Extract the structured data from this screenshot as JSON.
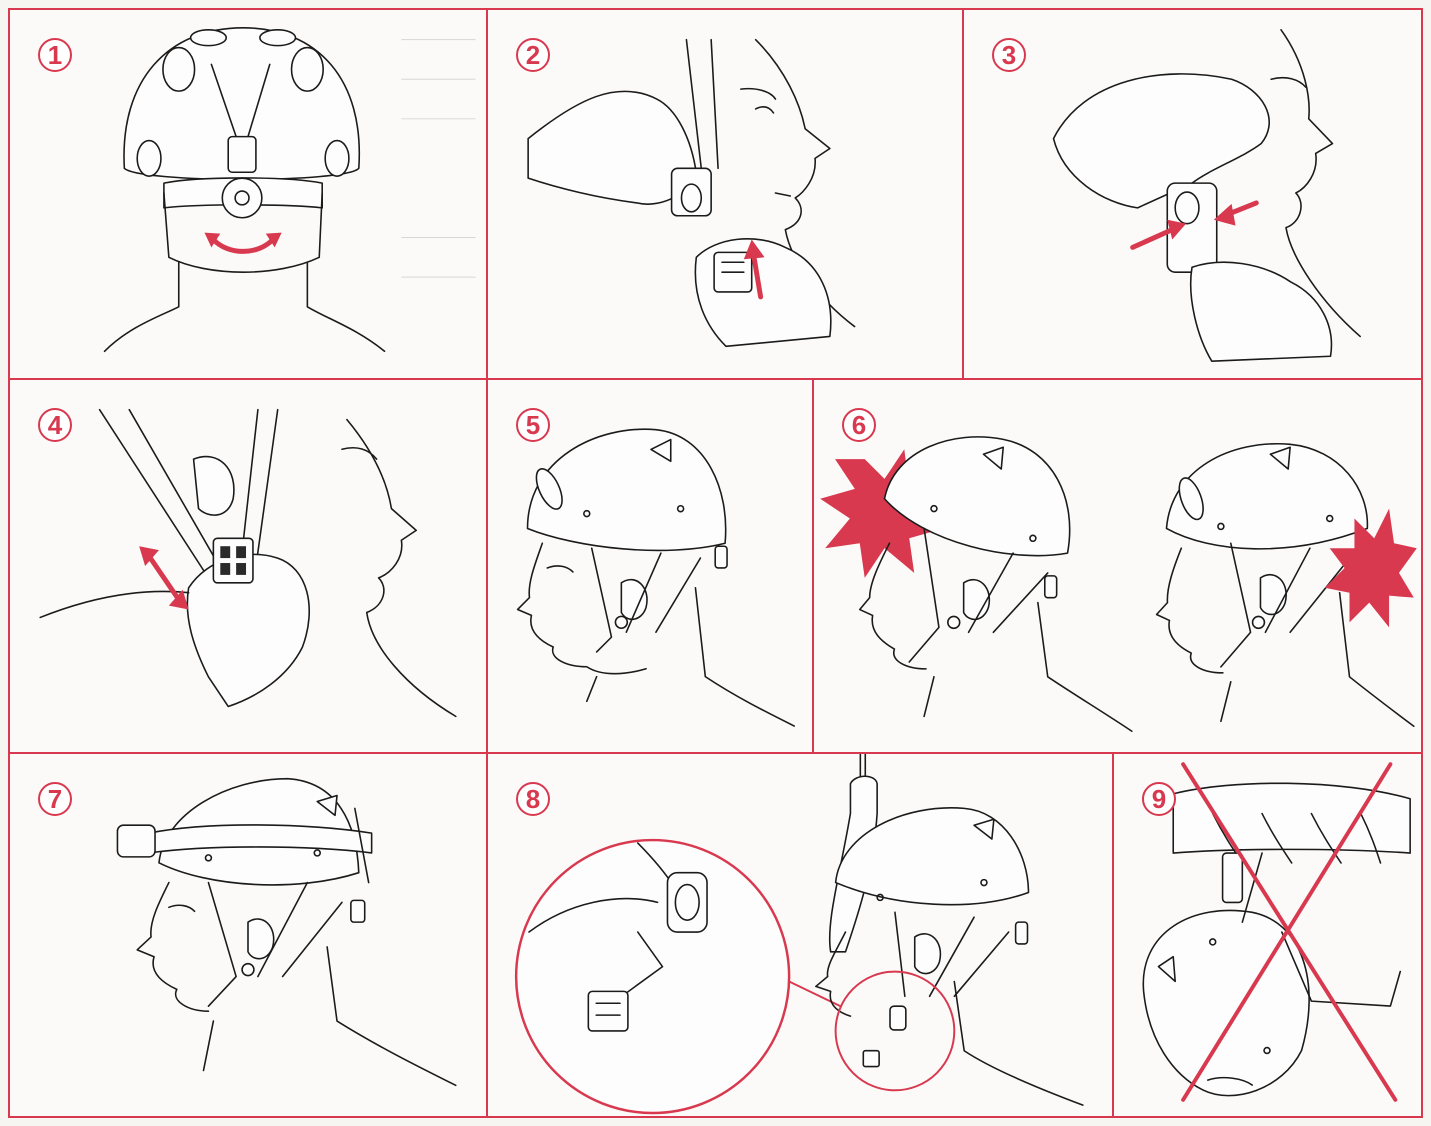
{
  "steps": [
    {
      "number": "1"
    },
    {
      "number": "2"
    },
    {
      "number": "3"
    },
    {
      "number": "4"
    },
    {
      "number": "5"
    },
    {
      "number": "6"
    },
    {
      "number": "7"
    },
    {
      "number": "8"
    },
    {
      "number": "9"
    }
  ],
  "colors": {
    "accent": "#d8394f",
    "ink": "#1b1b1b",
    "paper": "#fbfaf8"
  },
  "icons": {
    "arrow": "double-arrow-icon",
    "impact": "impact-burst-icon",
    "prohibited": "red-x-icon"
  }
}
